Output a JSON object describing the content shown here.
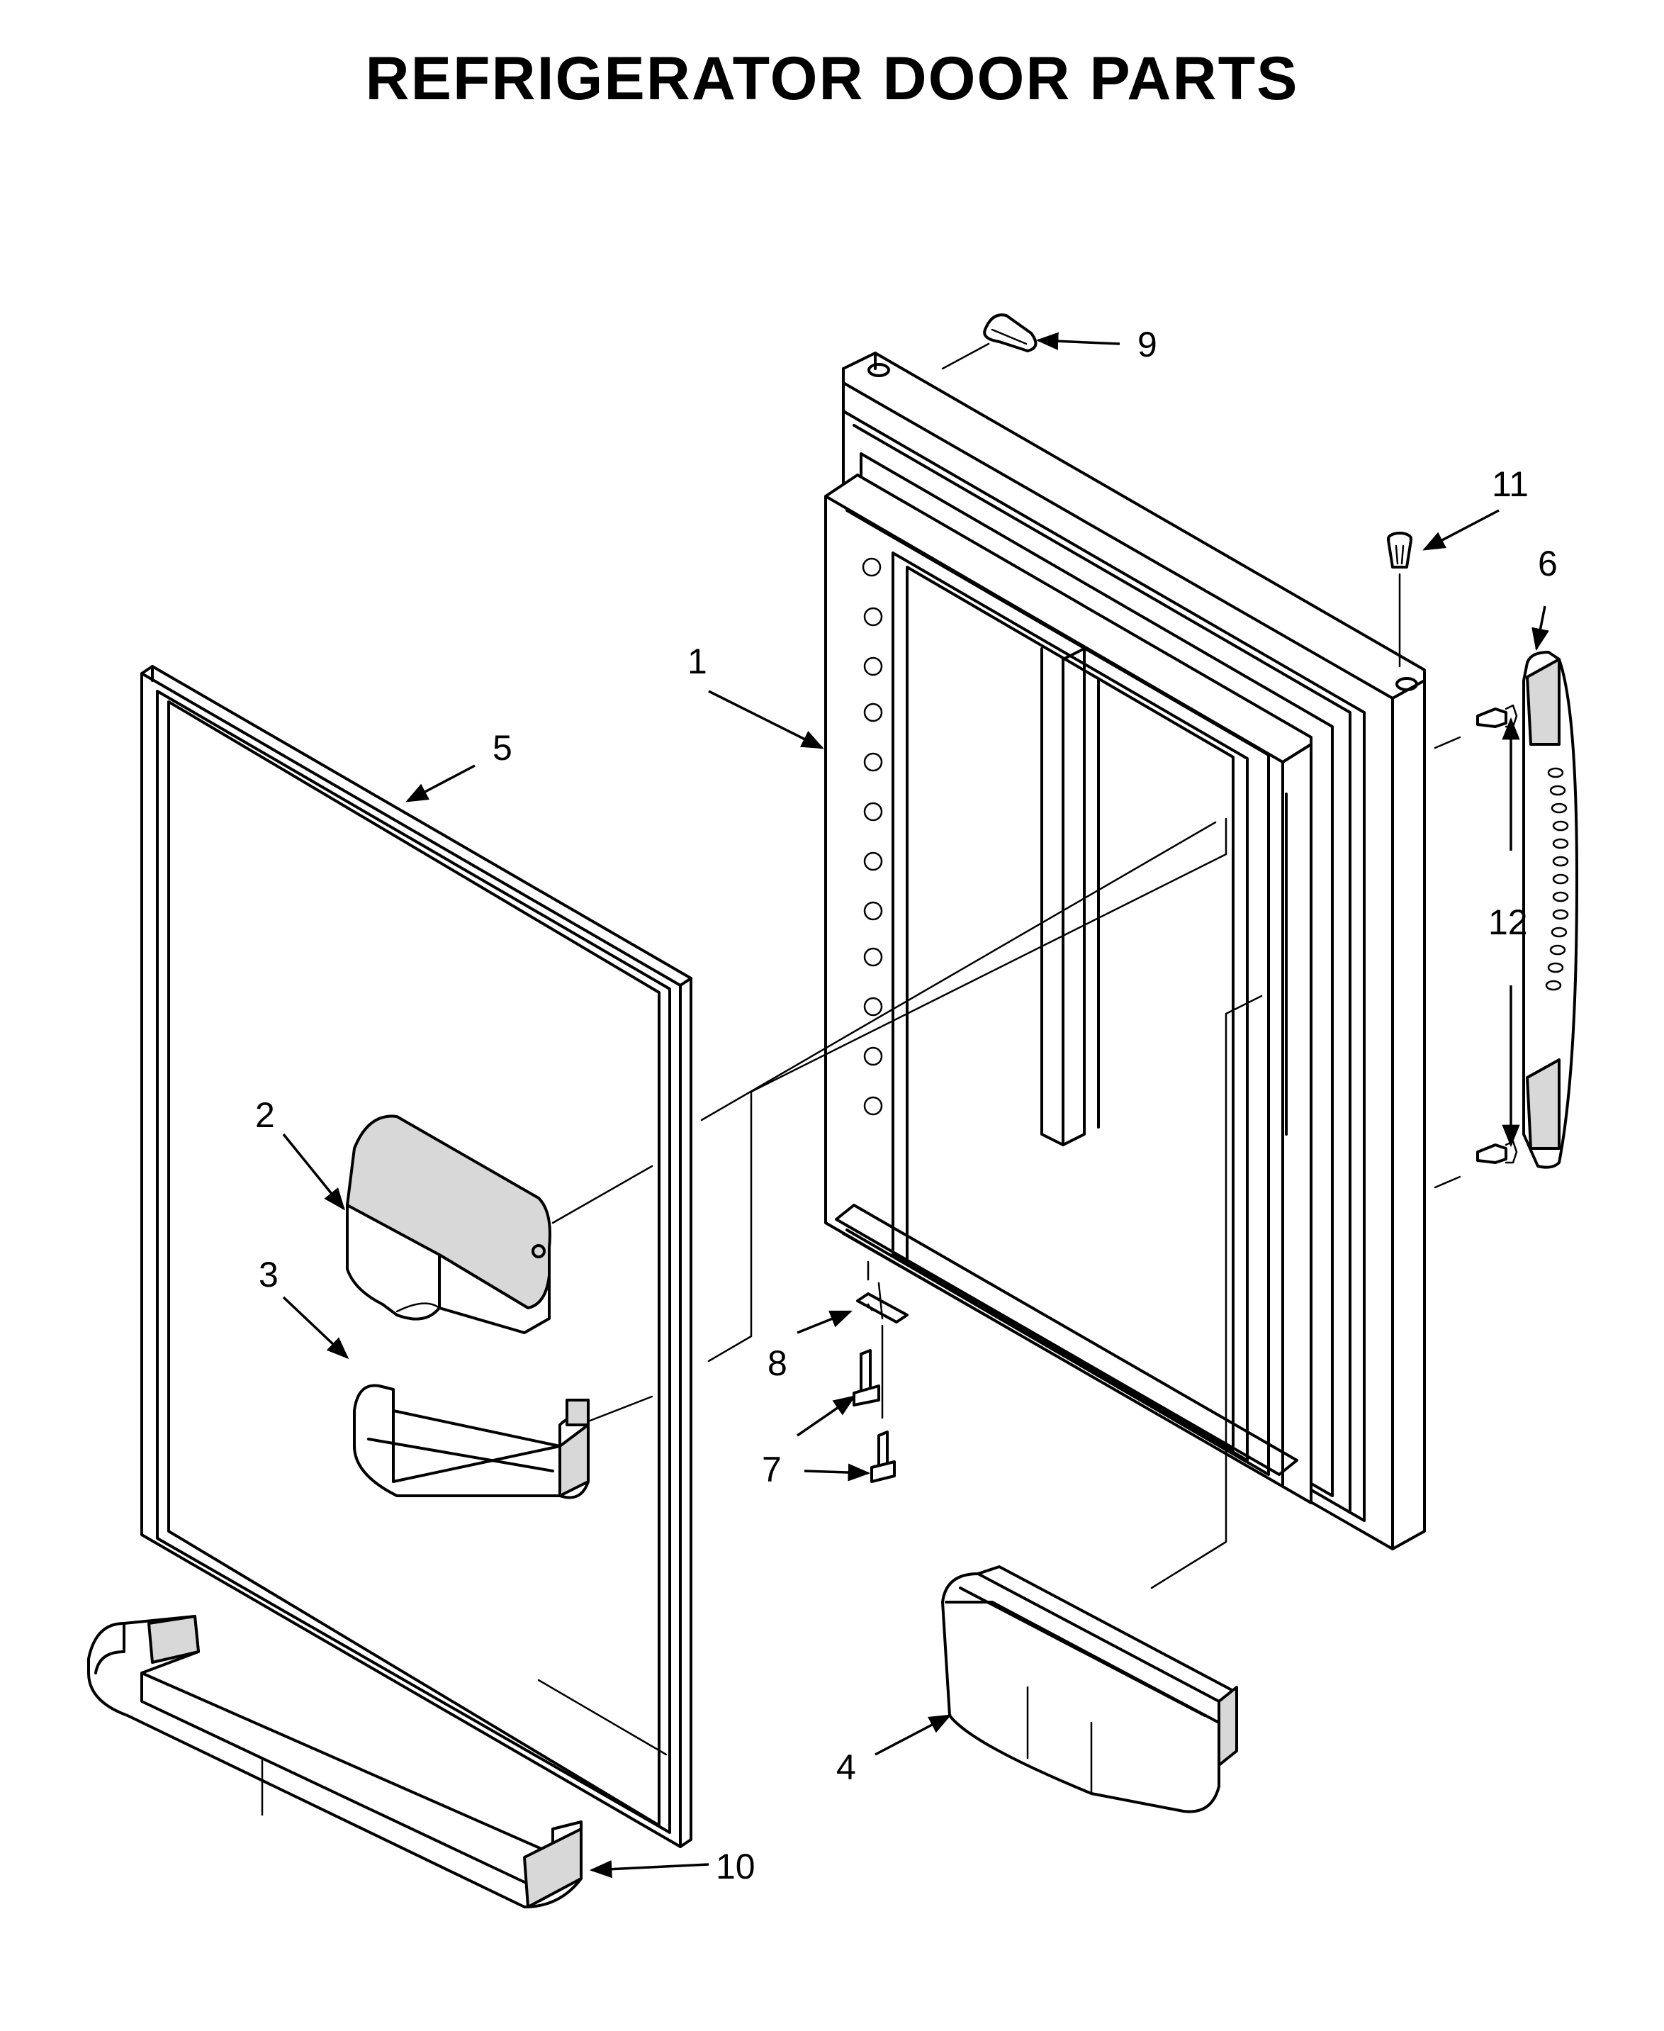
{
  "title": "REFRIGERATOR DOOR PARTS",
  "callouts": {
    "c1": "1",
    "c2": "2",
    "c3": "3",
    "c4": "4",
    "c5": "5",
    "c6": "6",
    "c7": "7",
    "c8": "8",
    "c9": "9",
    "c10": "10",
    "c11": "11",
    "c12": "12"
  }
}
